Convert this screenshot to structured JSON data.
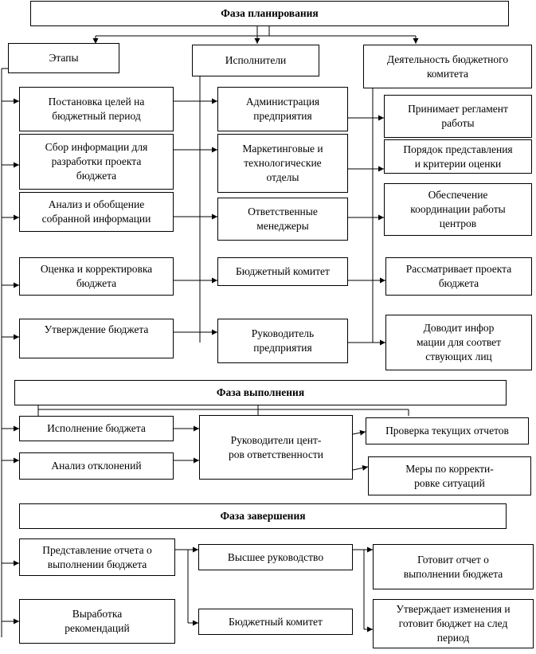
{
  "planning": {
    "phase_title": "Фаза планирования",
    "headers": {
      "stages": "Этапы",
      "performers": "Исполнители",
      "committee": "Деятельность бюджетного\nкомитета"
    },
    "stages": [
      "Постановка целей на\nбюджетный период",
      "Сбор информации для\nразработки проекта\nбюджета",
      "Анализ и обобщение\nсобранной  информации",
      "Оценка и корректировка\nбюджета",
      "Утверждение  бюджета"
    ],
    "performers": [
      "Администрация\nпредприятия",
      "Маркетинговые и\nтехнологические\nотделы",
      "Ответственные\nменеджеры",
      "Бюджетный комитет",
      "Руководитель\nпредприятия"
    ],
    "committee_activities": [
      "Принимает регламент\nработы",
      "Порядок представления\nи критерии оценки",
      "Обеспечение\nкоординации работы\nцентров",
      "Рассматривает проекта\nбюджета",
      "Доводит инфор\nмации для соответ\nствующих лиц"
    ]
  },
  "execution": {
    "phase_title": "Фаза выполнения",
    "stages": [
      "Исполнение бюджета",
      "Анализ отклонений"
    ],
    "performer": "Руководители цент-\nров ответственности",
    "results": [
      "Проверка текущих отчетов",
      "Меры по корректи-\nровке ситуаций"
    ]
  },
  "completion": {
    "phase_title": "Фаза завершения",
    "stages": [
      "Представление отчета о\nвыполнении бюджета",
      "Выработка\nрекомендаций"
    ],
    "performers": [
      "Высшее руководство",
      "Бюджетный комитет"
    ],
    "results": [
      "Готовит отчет о\nвыполнении бюджета",
      "Утверждает изменения и\nготовит  бюджет на след\nпериод"
    ]
  }
}
